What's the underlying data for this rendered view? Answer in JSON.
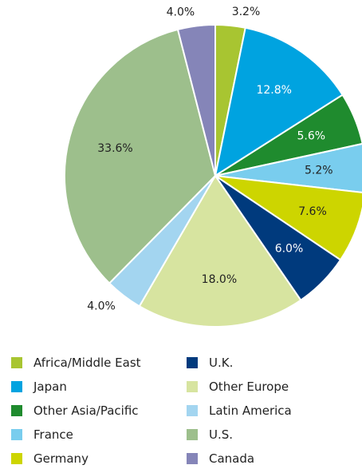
{
  "chart_data": {
    "type": "pie",
    "title": "",
    "start_angle_deg": 0,
    "direction": "clockwise",
    "slices": [
      {
        "name": "Africa/Middle East",
        "value": 3.2,
        "label": "3.2%",
        "color": "#a8c531",
        "label_inside": false
      },
      {
        "name": "Japan",
        "value": 12.8,
        "label": "12.8%",
        "color": "#00a3e0",
        "label_inside": true
      },
      {
        "name": "Other Asia/Pacific",
        "value": 5.6,
        "label": "5.6%",
        "color": "#1f8b2e",
        "label_inside": true
      },
      {
        "name": "France",
        "value": 5.2,
        "label": "5.2%",
        "color": "#79cdee",
        "label_inside": true
      },
      {
        "name": "Germany",
        "value": 7.6,
        "label": "7.6%",
        "color": "#cdd500",
        "label_inside": true
      },
      {
        "name": "U.K.",
        "value": 6.0,
        "label": "6.0%",
        "color": "#003a7d",
        "label_inside": true
      },
      {
        "name": "Other Europe",
        "value": 18.0,
        "label": "18.0%",
        "color": "#d7e4a0",
        "label_inside": true
      },
      {
        "name": "Latin America",
        "value": 4.0,
        "label": "4.0%",
        "color": "#a3d5f0",
        "label_inside": false
      },
      {
        "name": "U.S.",
        "value": 33.6,
        "label": "33.6%",
        "color": "#9dbf8c",
        "label_inside": true
      },
      {
        "name": "Canada",
        "value": 4.0,
        "label": "4.0%",
        "color": "#8585b8",
        "label_inside": false
      }
    ],
    "legend": {
      "placement": "bottom",
      "columns": [
        [
          "Africa/Middle East",
          "Japan",
          "Other Asia/Pacific",
          "France",
          "Germany"
        ],
        [
          "U.K.",
          "Other Europe",
          "Latin America",
          "U.S.",
          "Canada"
        ]
      ]
    }
  }
}
